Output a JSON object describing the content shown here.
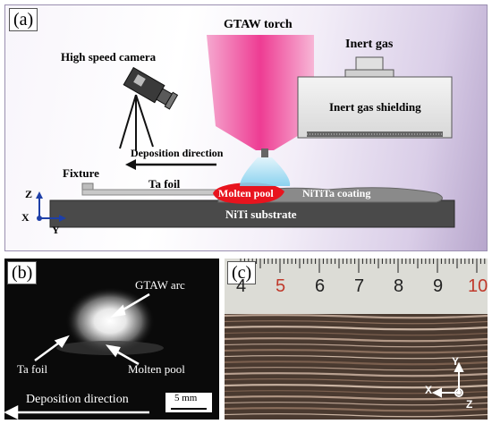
{
  "panel_a": {
    "label": "(a)",
    "gtaw_torch": "GTAW torch",
    "inert_gas": "Inert gas",
    "high_speed_camera": "High speed camera",
    "inert_gas_shielding": "Inert gas shielding",
    "deposition_direction": "Deposition direction",
    "fixture": "Fixture",
    "ta_foil": "Ta foil",
    "molten_pool": "Molten pool",
    "coating": "NiTiTa coating",
    "substrate": "NiTi substrate",
    "axis_z": "Z",
    "axis_x": "X",
    "axis_y": "Y",
    "colors": {
      "torch": "#f03c96",
      "pool": "#e8141e",
      "substrate": "#4a4a4a",
      "arc": "#8fd6f0"
    }
  },
  "panel_b": {
    "label": "(b)",
    "gtaw_arc": "GTAW arc",
    "ta_foil": "Ta foil",
    "molten_pool": "Molten pool",
    "deposition_direction": "Deposition direction",
    "scale_bar": "5 mm"
  },
  "panel_c": {
    "label": "(c)",
    "ruler_numbers": [
      "4",
      "5",
      "6",
      "7",
      "8",
      "9",
      "10"
    ],
    "axis_x": "X",
    "axis_y": "Y",
    "axis_z": "Z"
  }
}
